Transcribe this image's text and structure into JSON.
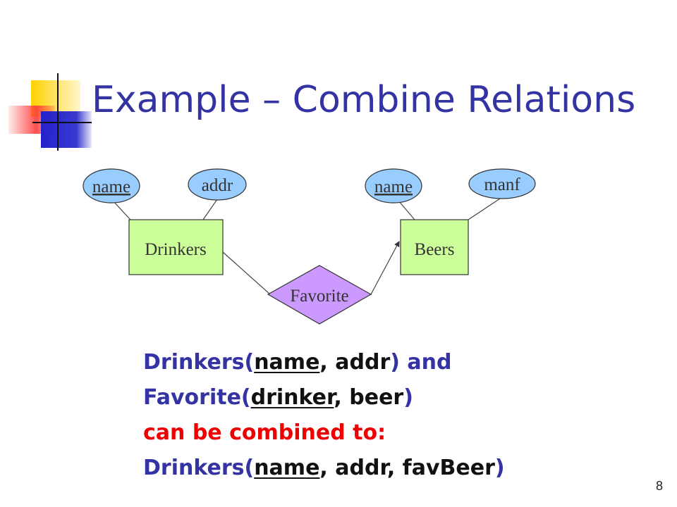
{
  "slide": {
    "title": "Example – Combine Relations",
    "page_number": "8"
  },
  "diagram": {
    "entities": [
      {
        "id": "drinkers",
        "label": "Drinkers"
      },
      {
        "id": "beers",
        "label": "Beers"
      }
    ],
    "attributes": [
      {
        "entity": "drinkers",
        "label": "name",
        "key": true
      },
      {
        "entity": "drinkers",
        "label": "addr",
        "key": false
      },
      {
        "entity": "beers",
        "label": "name",
        "key": true
      },
      {
        "entity": "beers",
        "label": "manf",
        "key": false
      }
    ],
    "relationship": {
      "label": "Favorite",
      "from": "drinkers",
      "to": "beers",
      "arrow_to": "beers"
    }
  },
  "relations": {
    "line1": {
      "rel": "Drinkers(",
      "k1": "name",
      "sep1": ", ",
      "a1": "addr",
      "close": ")",
      "tail": " and"
    },
    "line2": {
      "rel": "Favorite(",
      "k1": "drinker",
      "sep1": ", ",
      "a1": "beer",
      "close": ")"
    },
    "line3": {
      "text": "can be combined to:"
    },
    "line4": {
      "rel": "Drinkers(",
      "k1": "name",
      "sep1": ", ",
      "a1": "addr, favBeer",
      "close": ")"
    }
  },
  "colors": {
    "title": "#3333a3",
    "entity_fill": "#ccff99",
    "attribute_fill": "#99ccff",
    "relationship_fill": "#cc99ff",
    "emphasis": "#ee0000"
  }
}
